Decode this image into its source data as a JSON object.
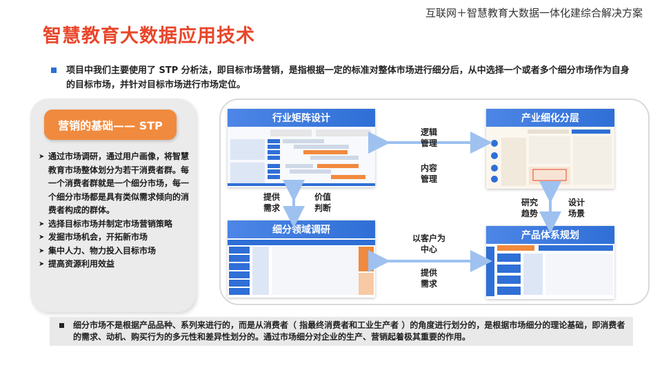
{
  "header": {
    "subtitle": "互联网＋智慧教育大数据一体化建综合解决方案",
    "title": "智慧教育大数据应用技术"
  },
  "intro": {
    "text": "项目中我们主要使用了 STP 分析法，即目标市场营销，是指根据一定的标准对整体市场进行细分后，从中选择一个或者多个细分市场作为自身的目标市场，并针对目标市场进行市场定位。"
  },
  "left_panel": {
    "badge": "营销的基础—— STP",
    "items": [
      "通过市场调研，通过用户画像，将智慧教育市场整体划分为若干消费者群。每一个消费者群就是一个细分市场，每一个细分市场都是具有类似需求倾向的消费者构成的群体。",
      "选择目标市场并制定市场营销策略",
      "发掘市场机会，开拓新市场",
      "集中人力、物力投入目标市场",
      "提高资源利用效益"
    ]
  },
  "diagram": {
    "card_industry": "行业矩阵设计",
    "card_product_layer": "产业细化分层",
    "card_segment": "细分领域调研",
    "card_product_plan": "产品体系规划",
    "lbl_logic": "逻辑\n管理",
    "lbl_content": "内容\n管理",
    "lbl_provide_need_left": "提供\n需求",
    "lbl_value_judge": "价值\n判断",
    "lbl_research_trend": "研究\n趋势",
    "lbl_design_scene": "设计\n场景",
    "lbl_customer_center": "以客户为\n中心",
    "lbl_provide_need_mid": "提供\n需求"
  },
  "bottom_note": {
    "text": "细分市场不是根据产品品种、系列来进行的，而是从消费者（ 指最终消费者和工业生产者 ）的角度进行划分的，是根据市场细分的理论基础，即消费者的需求、动机、购买行为的多元性和差异性划分的。通过市场细分对企业的生产、营销起着极其重要的作用。"
  },
  "colors": {
    "title": "#e8462a",
    "accent_blue": "#2f6fd6",
    "badge_orange": "#f08a3e",
    "arrow_blue": "#9ec1f0"
  }
}
